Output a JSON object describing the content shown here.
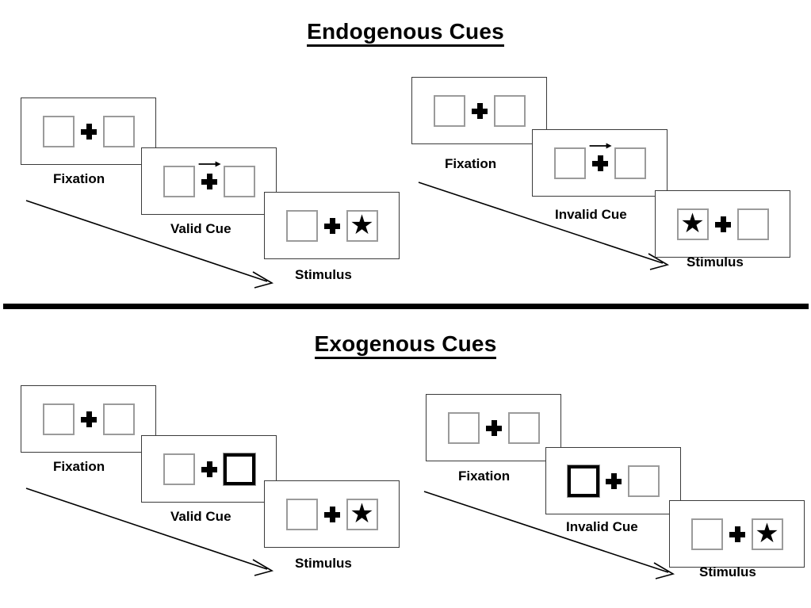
{
  "figure": {
    "type": "diagram",
    "description": "Posner cueing paradigm: endogenous versus exogenous spatial cues, each with valid and invalid cue trial sequences"
  },
  "sections": [
    {
      "id": "endogenous",
      "title": "Endogenous Cues",
      "sequences": [
        {
          "id": "endogenous-valid",
          "cue_validity": "valid",
          "frames": [
            {
              "id": "endogenous-valid-fixation",
              "label": "Fixation",
              "left_box": "empty",
              "right_box": "empty",
              "center": "plus",
              "cue": "none"
            },
            {
              "id": "endogenous-valid-cue",
              "label": "Valid Cue",
              "left_box": "empty",
              "right_box": "empty",
              "center": "plus",
              "cue": "arrow-right-icon"
            },
            {
              "id": "endogenous-valid-stimulus",
              "label": "Stimulus",
              "left_box": "empty",
              "right_box": "star",
              "center": "plus",
              "cue": "none"
            }
          ]
        },
        {
          "id": "endogenous-invalid",
          "cue_validity": "invalid",
          "frames": [
            {
              "id": "endogenous-invalid-fixation",
              "label": "Fixation",
              "left_box": "empty",
              "right_box": "empty",
              "center": "plus",
              "cue": "none"
            },
            {
              "id": "endogenous-invalid-cue",
              "label": "Invalid Cue",
              "left_box": "empty",
              "right_box": "empty",
              "center": "plus",
              "cue": "arrow-right-icon"
            },
            {
              "id": "endogenous-invalid-stimulus",
              "label": "Stimulus",
              "left_box": "star",
              "right_box": "empty",
              "center": "plus",
              "cue": "none"
            }
          ]
        }
      ]
    },
    {
      "id": "exogenous",
      "title": "Exogenous Cues",
      "sequences": [
        {
          "id": "exogenous-valid",
          "cue_validity": "valid",
          "frames": [
            {
              "id": "exogenous-valid-fixation",
              "label": "Fixation",
              "left_box": "empty",
              "right_box": "empty",
              "center": "plus",
              "cue": "none"
            },
            {
              "id": "exogenous-valid-cue",
              "label": "Valid Cue",
              "left_box": "empty",
              "right_box": "cued",
              "center": "plus",
              "cue": "box-flash-right"
            },
            {
              "id": "exogenous-valid-stimulus",
              "label": "Stimulus",
              "left_box": "empty",
              "right_box": "star",
              "center": "plus",
              "cue": "none"
            }
          ]
        },
        {
          "id": "exogenous-invalid",
          "cue_validity": "invalid",
          "frames": [
            {
              "id": "exogenous-invalid-fixation",
              "label": "Fixation",
              "left_box": "empty",
              "right_box": "empty",
              "center": "plus",
              "cue": "none"
            },
            {
              "id": "exogenous-invalid-cue",
              "label": "Invalid Cue",
              "left_box": "cued",
              "right_box": "empty",
              "center": "plus",
              "cue": "box-flash-left"
            },
            {
              "id": "exogenous-invalid-stimulus",
              "label": "Stimulus",
              "left_box": "empty",
              "right_box": "star",
              "center": "plus",
              "cue": "none"
            }
          ]
        }
      ]
    }
  ],
  "glyphs": {
    "star": "★",
    "plus": "plus-icon",
    "arrow_right": "arrow-right-icon",
    "time_arrow": "time-flow-arrow-icon"
  },
  "colors": {
    "ink": "#000000",
    "panel_border": "#3a3a3a",
    "box_border": "#9b9b9b",
    "cued_box_border": "#000000",
    "background": "#ffffff"
  }
}
